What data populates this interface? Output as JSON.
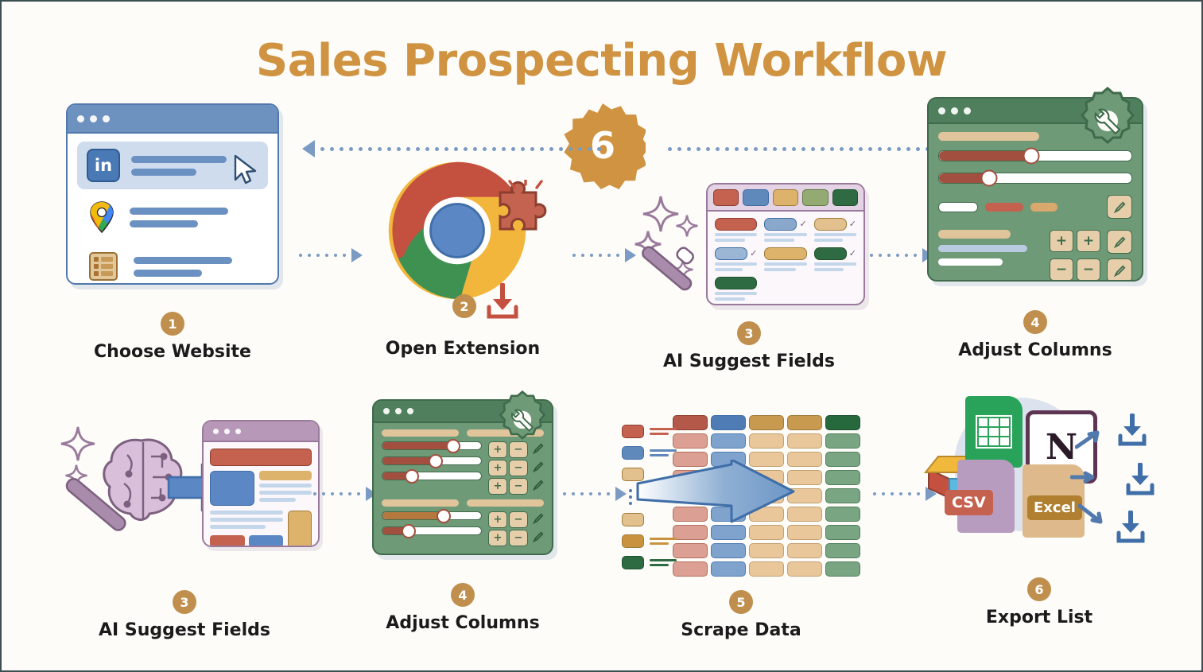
{
  "page": {
    "title": "Sales Prospecting Workflow",
    "background_color": "#fdfcf8",
    "title_color": "#cf9341",
    "border_color": "#3d4f55"
  },
  "center_badge": {
    "label": "6",
    "shape": "starburst",
    "color": "#cf9341",
    "text_color": "#ffffff"
  },
  "colors": {
    "accent_gold": "#cf9341",
    "badge": "#c08f4e",
    "connector_blue": "#7b9bc4",
    "linkedin_blue": "#4a7ab5",
    "green_window": "#6e9a78",
    "green_border": "#3f6b4c",
    "purple_border": "#9a7a9c",
    "red": "#c4614f",
    "blue": "#6089bb",
    "tan": "#ddb36c",
    "sage": "#93ab72",
    "dark_green": "#2f6b42",
    "caption_text": "#1b1b1b"
  },
  "steps": {
    "top_row": [
      {
        "number": "1",
        "label": "Choose Website",
        "art": "browser-website-list"
      },
      {
        "number": "2",
        "label": "Open Extension",
        "art": "chrome-extension-puzzle"
      },
      {
        "number": "3",
        "label": "AI Suggest Fields",
        "art": "magic-wand-field-panel"
      },
      {
        "number": "4",
        "label": "Adjust Columns",
        "art": "green-settings-window"
      }
    ],
    "bottom_row": [
      {
        "number": "3",
        "label": "AI Suggest Fields",
        "art": "ai-brain-wand-browser"
      },
      {
        "number": "4",
        "label": "Adjust Columns",
        "art": "green-settings-window"
      },
      {
        "number": "5",
        "label": "Scrape Data",
        "art": "list-to-grid-arrow"
      },
      {
        "number": "6",
        "label": "Export List",
        "art": "export-file-formats"
      }
    ]
  },
  "step1_browser": {
    "window_dots": [
      "",
      "",
      ""
    ],
    "rows": [
      {
        "icon": "linkedin-icon",
        "icon_label": "in",
        "highlighted": true,
        "cursor": true
      },
      {
        "icon": "google-maps-pin-icon",
        "icon_label": "",
        "highlighted": false,
        "cursor": false
      },
      {
        "icon": "directory-list-icon",
        "icon_label": "",
        "highlighted": false,
        "cursor": false
      }
    ]
  },
  "step2_chrome": {
    "segments": [
      "red",
      "green",
      "yellow"
    ],
    "core_color": "#5b87c4",
    "overlay_icons": [
      "puzzle-piece-icon",
      "download-icon",
      "spark-lines"
    ]
  },
  "step3_panel": {
    "header_chips": [
      "#c4614f",
      "#6089bb",
      "#ddb36c",
      "#93ab72",
      "#2f6b42"
    ],
    "field_rows": [
      [
        {
          "color": "#c4614f",
          "checked": false
        },
        {
          "color": "#8aa8cc",
          "checked": true
        },
        {
          "color": "#e3c18f",
          "checked": true
        }
      ],
      [
        {
          "color": "#9bb6d4",
          "checked": true
        },
        {
          "color": "#ddb36c",
          "checked": false
        },
        {
          "color": "#2f6b42",
          "checked": true
        }
      ],
      [
        {
          "color": "#2f6b42",
          "checked": false
        }
      ]
    ],
    "decor": [
      "magic-wand-icon",
      "sparkle-icon",
      "sparkle-icon",
      "sparkle-icon"
    ],
    "check_glyph": "✓"
  },
  "step4_green_top": {
    "sliders": [
      {
        "fill_color": "#a34f3f",
        "percent": 48
      },
      {
        "fill_color": "#a34f3f",
        "percent": 26
      }
    ],
    "pill_row": [
      "#ffffff",
      "#c4614f",
      "#d9a86c"
    ],
    "plus_label": "+",
    "minus_label": "−",
    "buttons": [
      "+",
      "+",
      "−",
      "−"
    ],
    "pencil_count": 3,
    "gear_icon": "gear-wrench-icon"
  },
  "step4_green_bottom": {
    "sliders": [
      {
        "fill_color": "#a34f3f",
        "percent": 72
      },
      {
        "fill_color": "#a34f3f",
        "percent": 54
      },
      {
        "fill_color": "#a34f3f",
        "percent": 30
      },
      {
        "fill_color": "#b5793f",
        "percent": 62
      },
      {
        "fill_color": "#a34f3f",
        "percent": 27
      }
    ],
    "plus_label": "+",
    "minus_label": "−",
    "rows": 5,
    "gear_icon": "gear-wrench-icon"
  },
  "step_bottom_ai": {
    "decor": [
      "brain-circuit-icon",
      "magic-wand-icon",
      "sparkle-icon"
    ],
    "arrow": "blue-right-arrow",
    "browser_blocks": [
      "#c4614f",
      "#5b87c4",
      "#ddb36c",
      "#c4614f",
      "#5b87c4",
      "#ddb36c"
    ]
  },
  "step_scrape": {
    "left_items": [
      {
        "chip": "#c4614f"
      },
      {
        "chip": "#6089bb"
      },
      {
        "chip": "#e3c18f"
      },
      {
        "chip": "#e3c18f"
      },
      {
        "chip": "#c9923f"
      },
      {
        "chip": "#2f6b42"
      }
    ],
    "grid_columns": [
      "#c4614f",
      "#6089bb",
      "#ddb36c",
      "#ddb36c",
      "#2f6b42"
    ],
    "grid_rows": 9,
    "arrow": "big-blue-arrow"
  },
  "step_export": {
    "items": [
      {
        "name": "google-sheets-icon",
        "label": ""
      },
      {
        "name": "notion-icon",
        "label": "N"
      },
      {
        "name": "csv-file-icon",
        "label": "CSV"
      },
      {
        "name": "excel-file-icon",
        "label": "Excel"
      },
      {
        "name": "airtable-icon",
        "label": ""
      }
    ],
    "download_arrows": 3
  },
  "connectors": {
    "top_left_return": {
      "direction": "left",
      "style": "dotted"
    },
    "top_right_return": {
      "direction": "right",
      "style": "dotted"
    },
    "inline": {
      "direction": "right",
      "style": "dotted"
    }
  }
}
